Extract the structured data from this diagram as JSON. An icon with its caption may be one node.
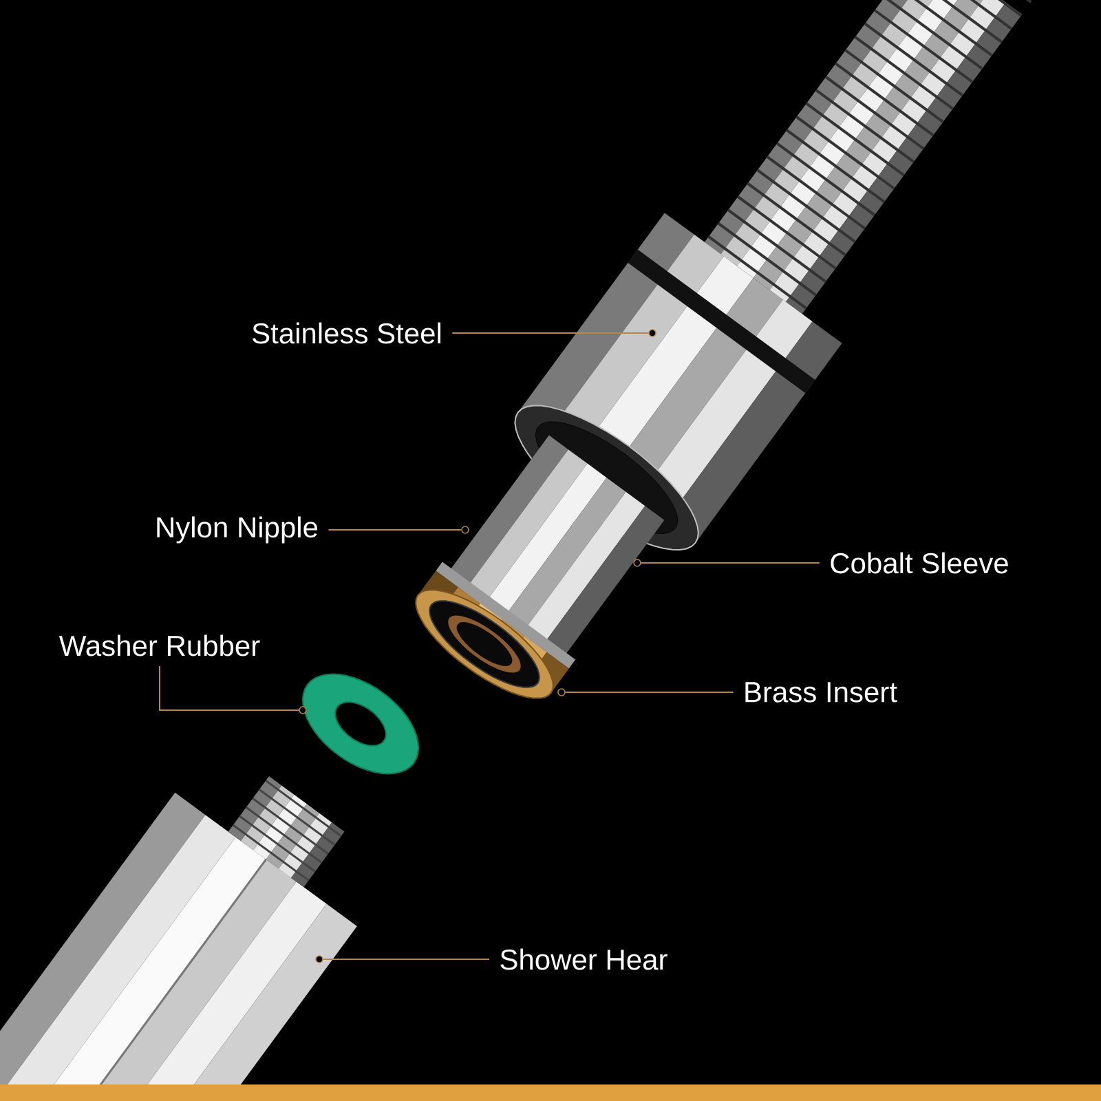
{
  "diagram": {
    "nodes": [
      {
        "text": [
          "Stainless Steel"
        ]
      },
      {
        "text": [
          "Nylon Nipple"
        ]
      },
      {
        "text": [
          "Cobalt Sleeve"
        ]
      },
      {
        "text": [
          "Washer Rubber"
        ]
      },
      {
        "text": [
          "Brass Insert"
        ]
      },
      {
        "text": [
          "Shower Hear"
        ]
      },
      {
        "text": [],
        "shape": "circle"
      },
      {
        "text": [],
        "shape": "circle"
      },
      {
        "text": [],
        "shape": "circle"
      },
      {
        "text": [],
        "shape": "circle"
      },
      {
        "text": [],
        "shape": "circle"
      },
      {
        "text": [],
        "shape": "circle"
      }
    ],
    "edges": [
      {
        "from": 0,
        "to": 6,
        "arrow": "none"
      },
      {
        "from": 1,
        "to": 7,
        "arrow": "none"
      },
      {
        "from": 2,
        "to": 8,
        "arrow": "none"
      },
      {
        "from": 3,
        "to": 9,
        "arrow": "none"
      },
      {
        "from": 4,
        "to": 10,
        "arrow": "none"
      },
      {
        "from": 5,
        "to": 11,
        "arrow": "none"
      }
    ]
  }
}
